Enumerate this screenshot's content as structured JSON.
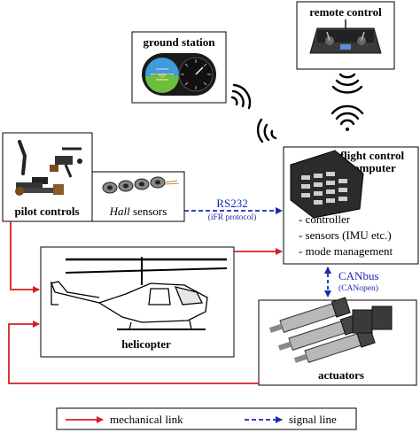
{
  "colors": {
    "mechanical": "#d42020",
    "signal": "#1a2ab0",
    "box_stroke": "#000000"
  },
  "nodes": {
    "ground_station": "ground station",
    "remote_control": "remote control",
    "flight_control_line1": "flight control",
    "flight_control_line2": "computer",
    "fc_items": [
      "- controller",
      "- sensors (IMU etc.)",
      "- mode management"
    ],
    "pilot_controls": "pilot controls",
    "hall_sensors_italic": "Hall",
    "hall_sensors_rest": " sensors",
    "helicopter": "helicopter",
    "actuators": "actuators"
  },
  "links": {
    "rs232_main": "RS232",
    "rs232_sub": "(iFR protocol)",
    "canbus_main": "CANbus",
    "canbus_sub": "(CANopen)"
  },
  "legend": {
    "mechanical": "mechanical link",
    "signal": "signal line"
  },
  "icons": [
    "wifi-icon",
    "remote-control-icon",
    "flight-instruments-icon",
    "helicopter-drawing",
    "actuator-motors-icon",
    "hall-sensor-icon",
    "pilot-controls-icon",
    "flight-computer-icon"
  ]
}
